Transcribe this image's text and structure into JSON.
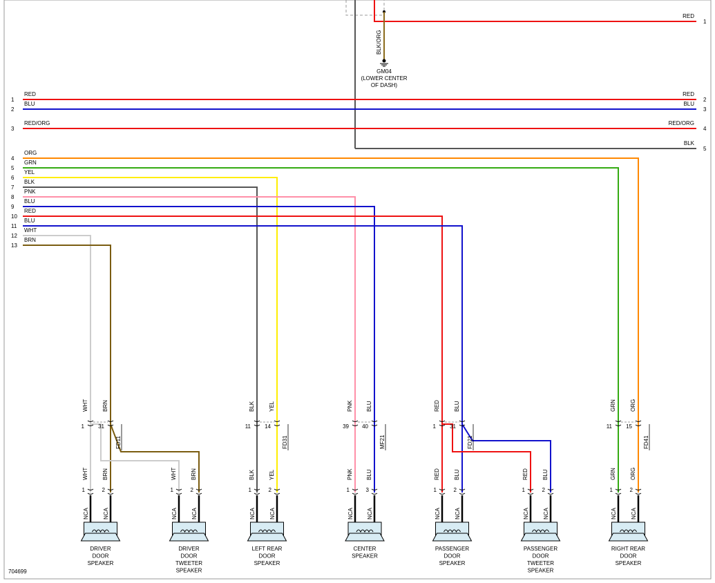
{
  "page_id": "704699",
  "top_wires": [
    {
      "right_label": "RED",
      "right_pin": "1",
      "color": "#ee1111"
    }
  ],
  "ground": {
    "wire_label": "BLK/ORG",
    "name": "GM04",
    "location_line1": "(LOWER CENTER",
    "location_line2": "OF DASH)"
  },
  "bus_wires": [
    {
      "pin_left": "1",
      "label_left": "RED",
      "label_right": "RED",
      "pin_right": "2",
      "color": "#ee1111"
    },
    {
      "pin_left": "2",
      "label_left": "BLU",
      "label_right": "BLU",
      "pin_right": "3",
      "color": "#1111cc"
    },
    {
      "pin_left": "3",
      "label_left": "RED/ORG",
      "label_right": "RED/ORG",
      "pin_right": "4",
      "color": "#ee1111"
    }
  ],
  "blk_right": {
    "label": "BLK",
    "pin": "5",
    "color": "#555555"
  },
  "left_wires": [
    {
      "pin": "4",
      "label": "ORG",
      "color": "#ff8800"
    },
    {
      "pin": "5",
      "label": "GRN",
      "color": "#33aa11"
    },
    {
      "pin": "6",
      "label": "YEL",
      "color": "#ffee00"
    },
    {
      "pin": "7",
      "label": "BLK",
      "color": "#555555"
    },
    {
      "pin": "8",
      "label": "PNK",
      "color": "#ff8fa8"
    },
    {
      "pin": "9",
      "label": "BLU",
      "color": "#1111cc"
    },
    {
      "pin": "10",
      "label": "RED",
      "color": "#ee1111"
    },
    {
      "pin": "11",
      "label": "BLU",
      "color": "#1111cc"
    },
    {
      "pin": "12",
      "label": "WHT",
      "color": "#cccccc"
    },
    {
      "pin": "13",
      "label": "BRN",
      "color": "#7a5c10"
    }
  ],
  "inline_connectors": [
    {
      "name": "FD11",
      "wire1": "WHT",
      "wire2": "BRN",
      "pin1": "1",
      "pin2": "31"
    },
    {
      "name": "FD31",
      "wire1": "BLK",
      "wire2": "YEL",
      "pin1": "11",
      "pin2": "14"
    },
    {
      "name": "MF21",
      "wire1": "PNK",
      "wire2": "BLU",
      "pin1": "39",
      "pin2": "40"
    },
    {
      "name": "FD21",
      "wire1": "RED",
      "wire2": "BLU",
      "pin1": "1",
      "pin2": "31"
    },
    {
      "name": "FD41",
      "wire1": "GRN",
      "wire2": "ORG",
      "pin1": "11",
      "pin2": "15"
    }
  ],
  "speakers": [
    {
      "wire1": "WHT",
      "wire2": "BRN",
      "pin1": "1",
      "pin2": "2",
      "nca": "NCA",
      "name": [
        "DRIVER",
        "DOOR",
        "SPEAKER"
      ]
    },
    {
      "wire1": "WHT",
      "wire2": "BRN",
      "pin1": "1",
      "pin2": "2",
      "nca": "NCA",
      "name": [
        "DRIVER",
        "DOOR",
        "TWEETER",
        "SPEAKER"
      ]
    },
    {
      "wire1": "BLK",
      "wire2": "YEL",
      "pin1": "1",
      "pin2": "2",
      "nca": "NCA",
      "name": [
        "LEFT REAR",
        "DOOR",
        "SPEAKER"
      ]
    },
    {
      "wire1": "PNK",
      "wire2": "BLU",
      "pin1": "1",
      "pin2": "3",
      "nca": "NCA",
      "name": [
        "CENTER",
        "SPEAKER"
      ]
    },
    {
      "wire1": "RED",
      "wire2": "BLU",
      "pin1": "1",
      "pin2": "2",
      "nca": "NCA",
      "name": [
        "PASSENGER",
        "DOOR",
        "SPEAKER"
      ]
    },
    {
      "wire1": "RED",
      "wire2": "BLU",
      "pin1": "1",
      "pin2": "2",
      "nca": "NCA",
      "name": [
        "PASSENGER",
        "DOOR",
        "TWEETER",
        "SPEAKER"
      ]
    },
    {
      "wire1": "GRN",
      "wire2": "ORG",
      "pin1": "1",
      "pin2": "2",
      "nca": "NCA",
      "name": [
        "RIGHT REAR",
        "DOOR",
        "SPEAKER"
      ]
    }
  ]
}
